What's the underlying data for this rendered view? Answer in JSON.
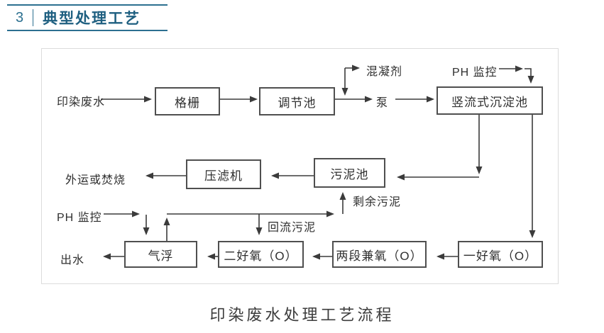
{
  "header": {
    "number": "3",
    "title": "典型处理工艺"
  },
  "caption": "印染废水处理工艺流程",
  "colors": {
    "accent": "#2c7090",
    "title": "#1e5f80",
    "line": "#3b3b3b",
    "panel-border": "#dcdcdc"
  },
  "flowchart": {
    "nodes": [
      {
        "id": "grating",
        "label": "格栅"
      },
      {
        "id": "regulating-tank",
        "label": "调节池"
      },
      {
        "id": "sedimentation-tank",
        "label": "竖流式沉淀池"
      },
      {
        "id": "filter-press",
        "label": "压滤机"
      },
      {
        "id": "sludge-tank",
        "label": "污泥池"
      },
      {
        "id": "air-flotation",
        "label": "气浮"
      },
      {
        "id": "aerobic-2",
        "label": "二好氧（O）"
      },
      {
        "id": "two-stage-facultative",
        "label": "两段兼氧（O）"
      },
      {
        "id": "aerobic-1",
        "label": "一好氧（O）"
      }
    ],
    "labels": [
      {
        "id": "influent",
        "text": "印染废水"
      },
      {
        "id": "coagulant",
        "text": "混凝剂"
      },
      {
        "id": "pump",
        "text": "泵"
      },
      {
        "id": "ph-monitor-top",
        "text": "PH 监控"
      },
      {
        "id": "disposal",
        "text": "外运或焚烧"
      },
      {
        "id": "excess-sludge",
        "text": "剩余污泥"
      },
      {
        "id": "ph-monitor-bottom",
        "text": "PH 监控"
      },
      {
        "id": "return-sludge",
        "text": "回流污泥"
      },
      {
        "id": "effluent",
        "text": "出水"
      }
    ],
    "edges": [
      {
        "from": "印染废水",
        "to": "格栅"
      },
      {
        "from": "格栅",
        "to": "调节池"
      },
      {
        "from": "调节池",
        "to": "泵"
      },
      {
        "from": "混凝剂",
        "to": "调节池→泵 管线"
      },
      {
        "from": "泵",
        "to": "竖流式沉淀池"
      },
      {
        "from": "PH 监控",
        "to": "竖流式沉淀池"
      },
      {
        "from": "竖流式沉淀池",
        "to": "污泥池"
      },
      {
        "from": "竖流式沉淀池",
        "to": "一好氧（O）"
      },
      {
        "from": "污泥池",
        "to": "压滤机"
      },
      {
        "from": "压滤机",
        "to": "外运或焚烧"
      },
      {
        "from": "一好氧（O）",
        "to": "两段兼氧（O）"
      },
      {
        "from": "两段兼氧（O）",
        "to": "二好氧（O）"
      },
      {
        "from": "二好氧（O）",
        "to": "气浮"
      },
      {
        "from": "PH 监控",
        "to": "气浮"
      },
      {
        "from": "气浮",
        "to": "出水"
      },
      {
        "from": "气浮",
        "to": "二好氧（O）",
        "label": "回流污泥"
      },
      {
        "from": "气浮",
        "to": "污泥池",
        "label": "剩余污泥"
      }
    ]
  }
}
